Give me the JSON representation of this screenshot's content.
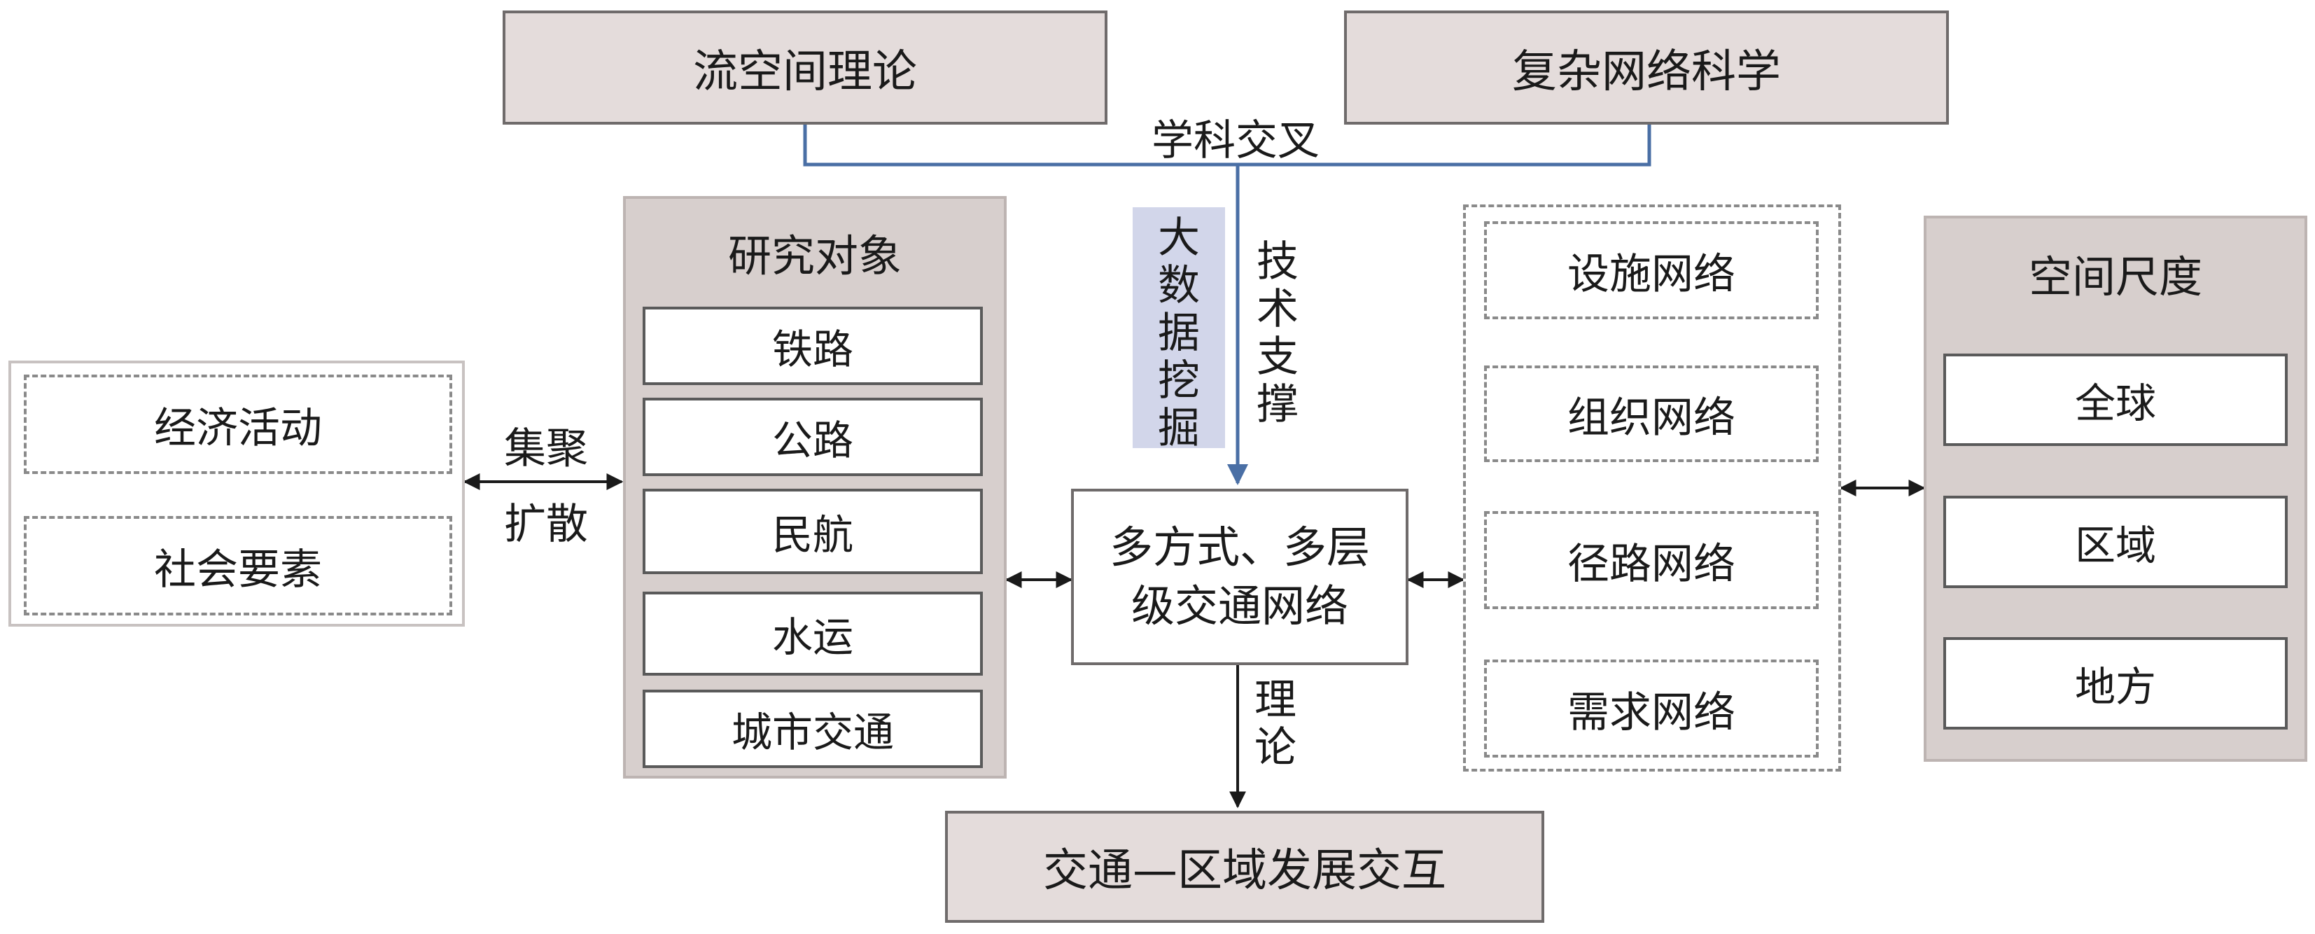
{
  "top": {
    "left_box": "流空间理论",
    "right_box": "复杂网络科学",
    "bracket_label": "学科交叉"
  },
  "tech_support": {
    "big_data": [
      "大",
      "数",
      "据",
      "挖",
      "掘"
    ],
    "support": [
      "技",
      "术",
      "支",
      "撑"
    ]
  },
  "left_group": {
    "items": [
      "经济活动",
      "社会要素"
    ],
    "label_top": "集聚",
    "label_bottom": "扩散"
  },
  "research_object": {
    "title": "研究对象",
    "items": [
      "铁路",
      "公路",
      "民航",
      "水运",
      "城市交通"
    ]
  },
  "center": {
    "line1": "多方式、多层",
    "line2": "级交通网络"
  },
  "theory_label": [
    "理",
    "论"
  ],
  "bottom": {
    "box": "交通—区域发展交互"
  },
  "networks": {
    "items": [
      "设施网络",
      "组织网络",
      "径路网络",
      "需求网络"
    ]
  },
  "spatial_scale": {
    "title": "空间尺度",
    "items": [
      "全球",
      "区域",
      "地方"
    ]
  },
  "colors": {
    "bracket_line": "#4a6fa5",
    "panel_fill": "#d7cfcd",
    "top_box_fill": "#e4dcdb",
    "big_data_fill": "#d2d6ea"
  }
}
